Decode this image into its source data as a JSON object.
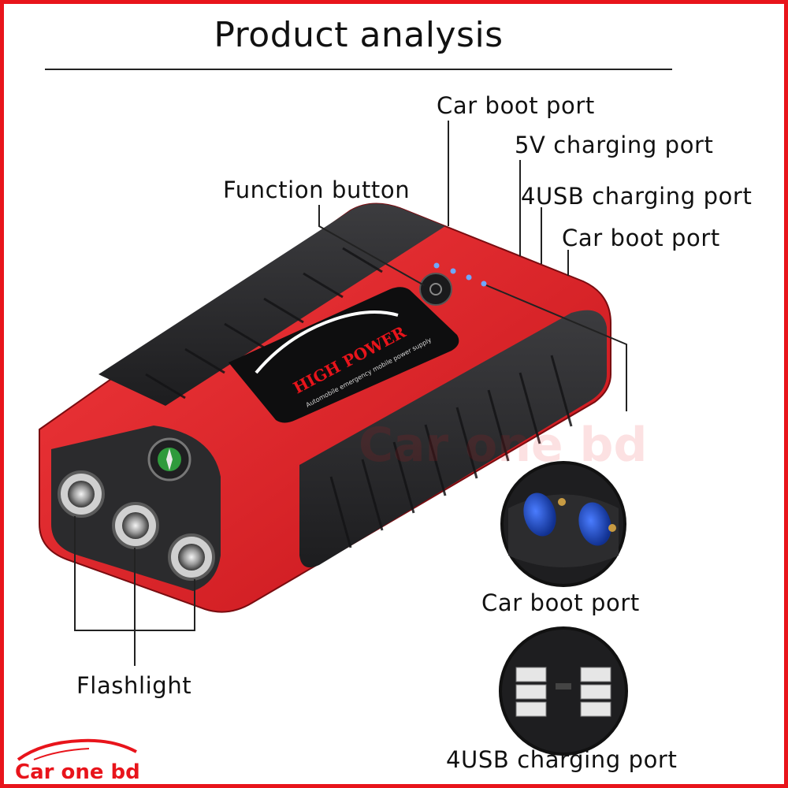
{
  "title": "Product analysis",
  "labels": {
    "car_boot_port_top": "Car boot port",
    "charging_5v": "5V charging port",
    "usb4_top": "4USB charging port",
    "car_boot_port_right": "Car boot port",
    "function_button": "Function button",
    "flashlight": "Flashlight",
    "car_boot_port_inset": "Car boot port",
    "usb4_inset": "4USB charging port"
  },
  "product_print": {
    "brand": "HIGH POWER",
    "subtitle": "Automobile emergency mobile power supply"
  },
  "watermark": "Car one bd",
  "logo_text": "Car one bd",
  "colors": {
    "border": "#e8141b",
    "shell": "#e3262b",
    "rubber": "#2e2e30",
    "port_blue": "#1f4fd0"
  }
}
